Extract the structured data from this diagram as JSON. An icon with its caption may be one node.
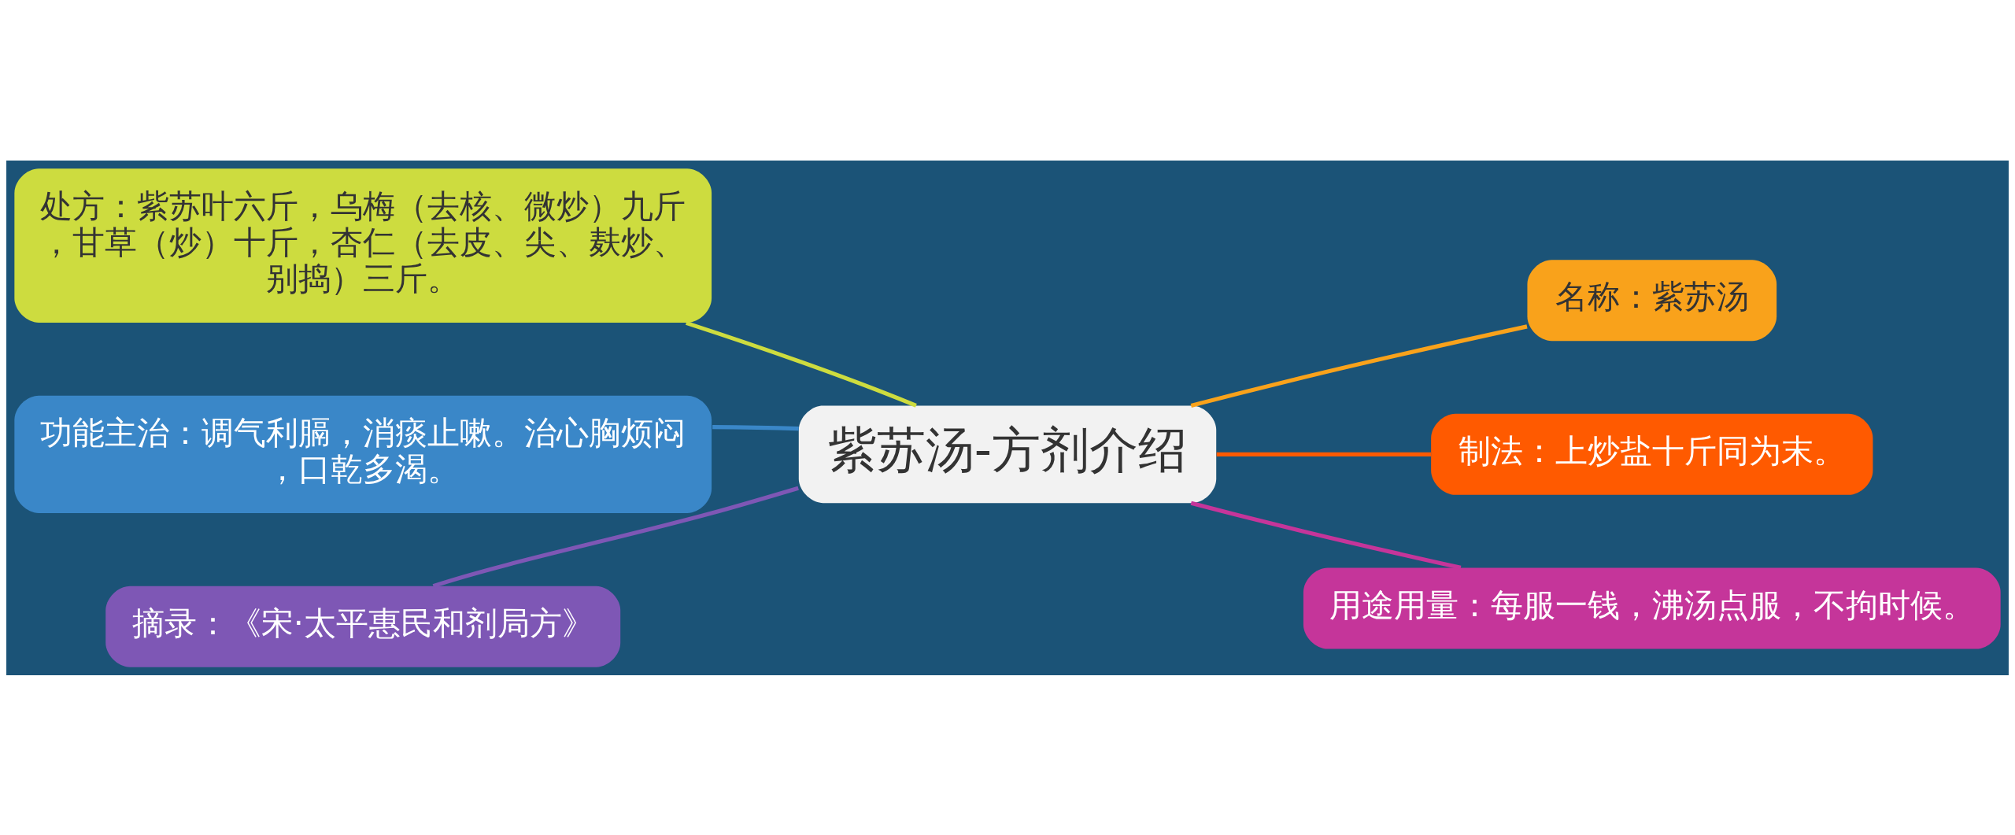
{
  "diagram": {
    "nodes": [
      {
        "text": [
          "紫苏汤-方剂介绍"
        ]
      },
      {
        "text": [
          "处方：紫苏叶六斤，乌梅（去核、微炒）九斤，甘草（炒）十斤，杏仁（去皮、尖、麸炒、别捣）三斤。"
        ]
      },
      {
        "text": [
          "功能主治：调气利膈，消痰止嗽。治心胸烦闷，口乾多渴。"
        ]
      },
      {
        "text": [
          "摘录：《宋·太平惠民和剂局方》"
        ]
      },
      {
        "text": [
          "名称：紫苏汤"
        ]
      },
      {
        "text": [
          "制法：上炒盐十斤同为末。"
        ]
      },
      {
        "text": [
          "用途用量：每服一钱，沸汤点服，不拘时候。"
        ]
      }
    ],
    "edges": [
      {
        "from": 0,
        "to": 1,
        "arrow": "none",
        "color": "#cddc3f"
      },
      {
        "from": 0,
        "to": 2,
        "arrow": "none",
        "color": "#3a87c8"
      },
      {
        "from": 0,
        "to": 3,
        "arrow": "none",
        "color": "#7e57b5"
      },
      {
        "from": 0,
        "to": 4,
        "arrow": "none",
        "color": "#f9a21b"
      },
      {
        "from": 0,
        "to": 5,
        "arrow": "none",
        "color": "#ff5a00"
      },
      {
        "from": 0,
        "to": 6,
        "arrow": "none",
        "color": "#c5359a"
      }
    ]
  }
}
